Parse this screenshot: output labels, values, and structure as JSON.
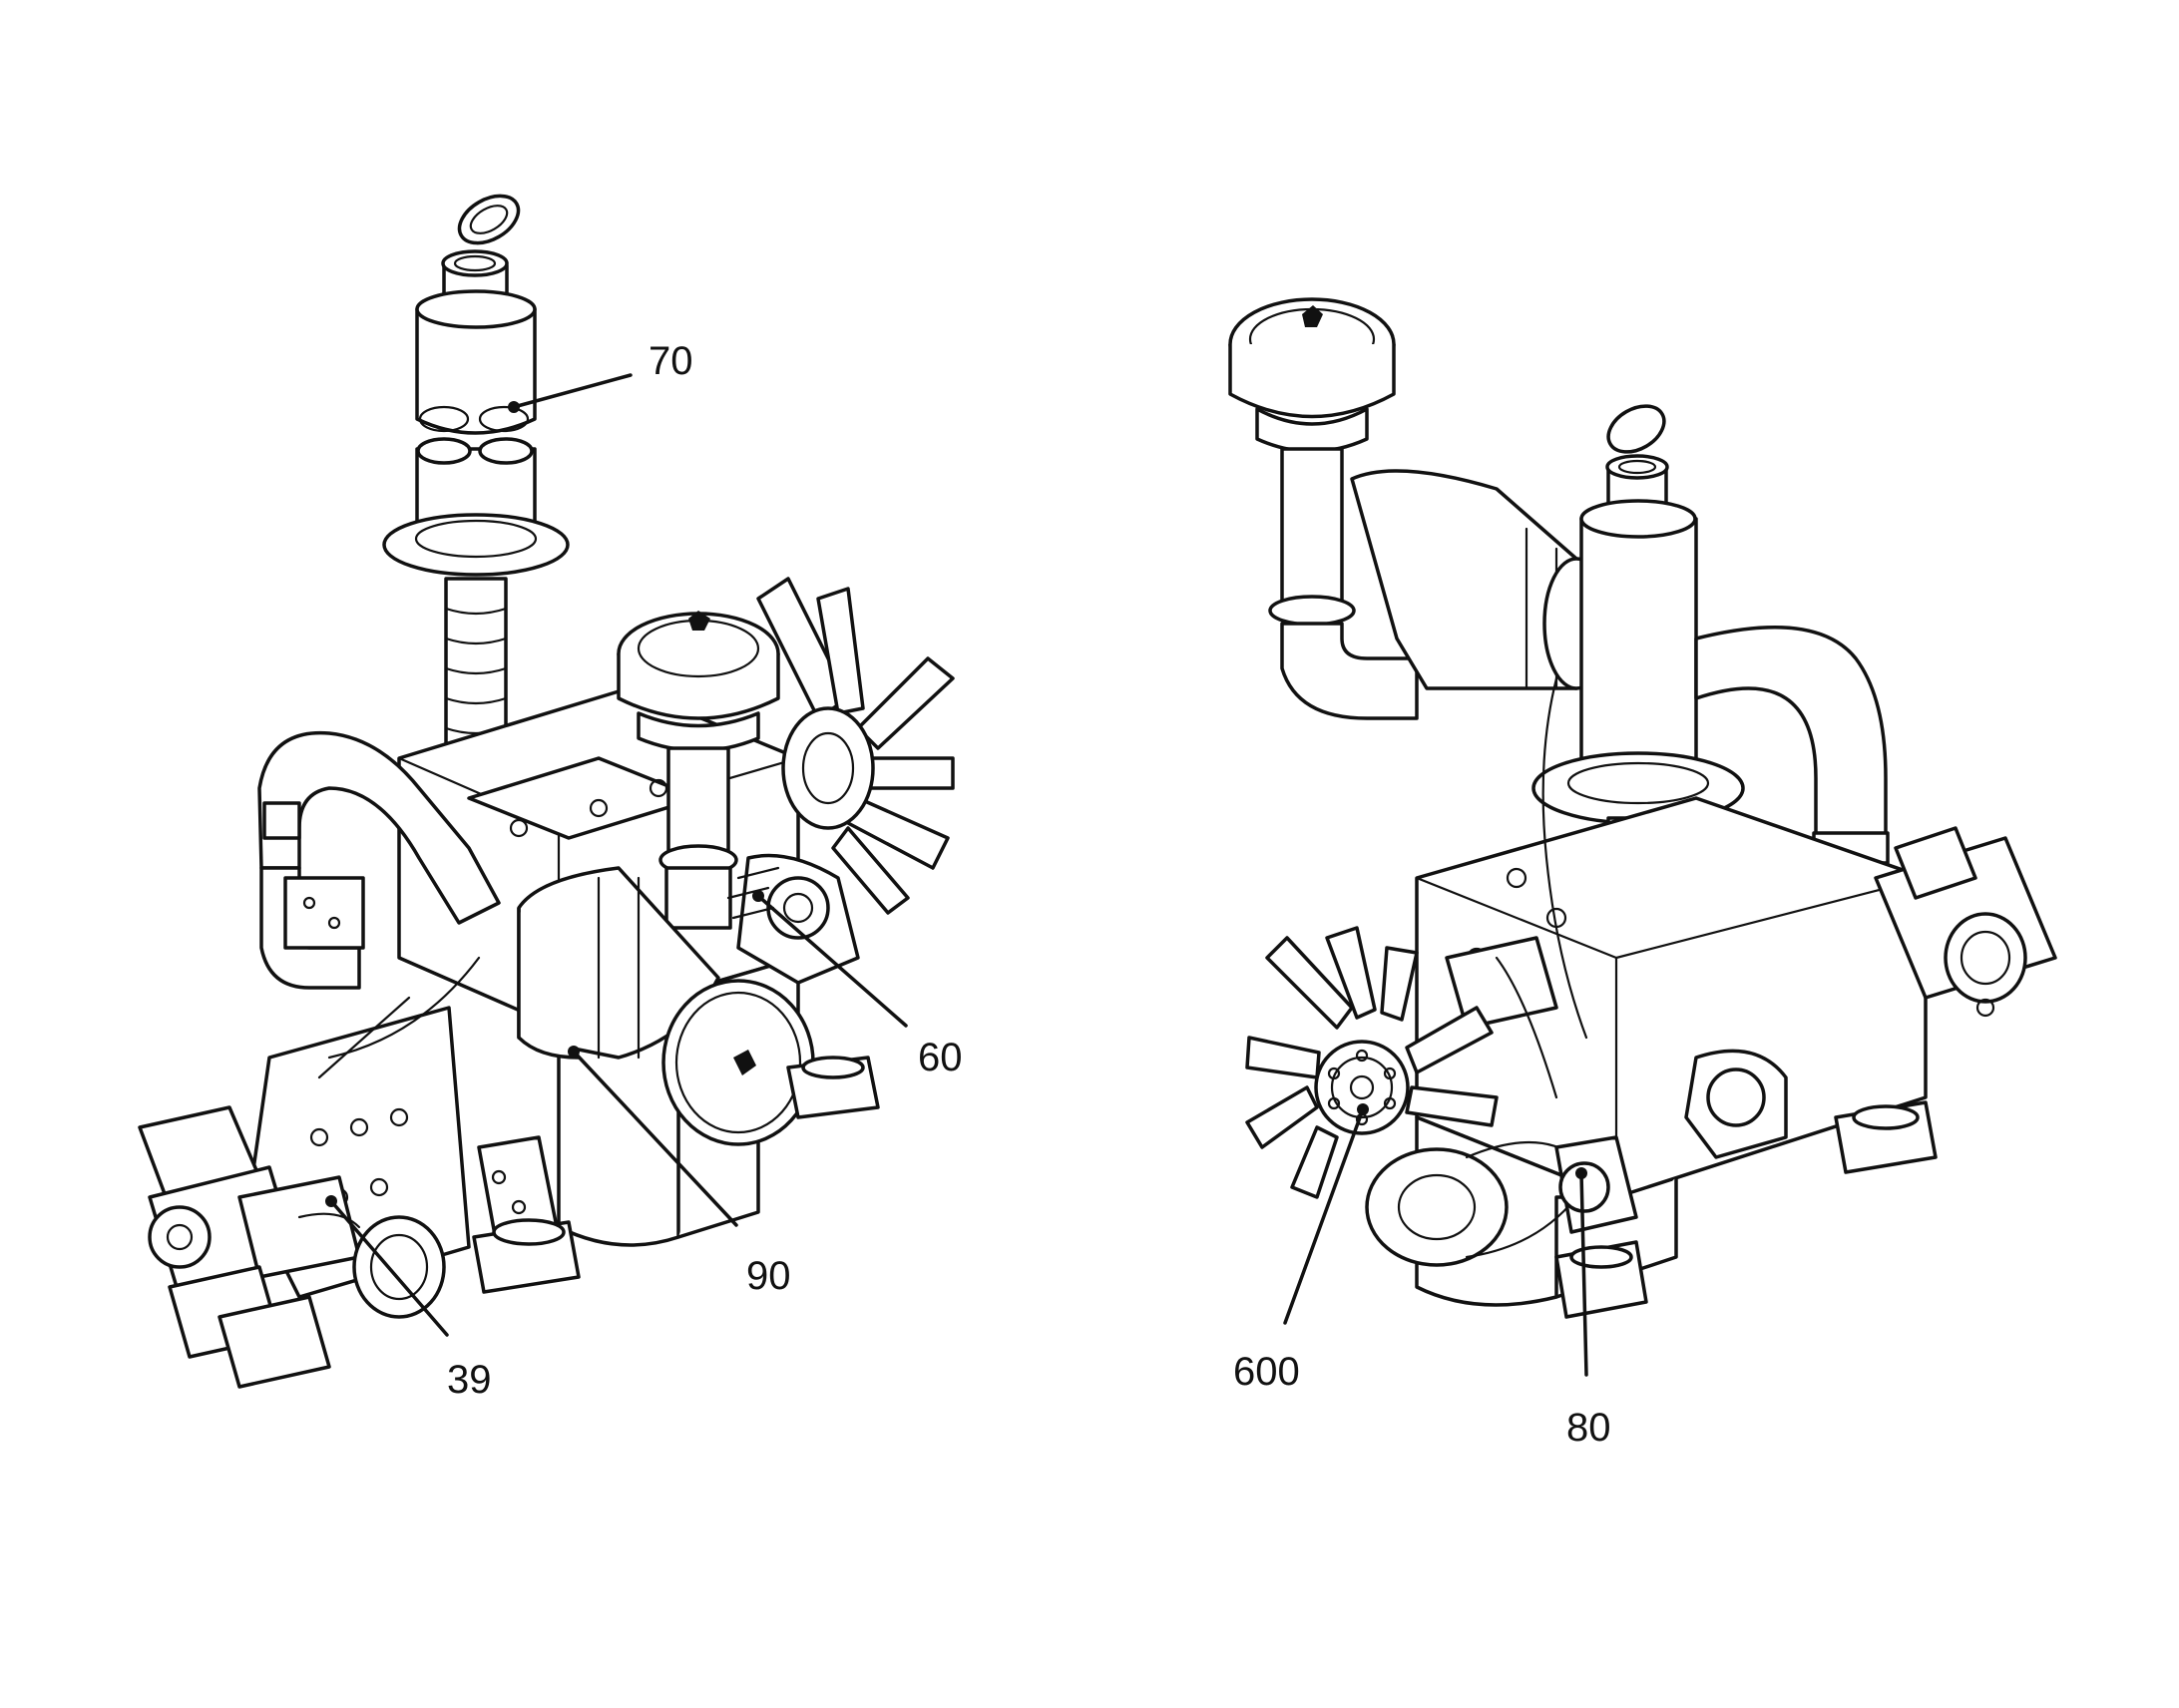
{
  "callouts": {
    "left": {
      "c70": "70",
      "c60": "60",
      "c90": "90",
      "c39": "39"
    },
    "right": {
      "c600": "600",
      "c80": "80"
    }
  }
}
